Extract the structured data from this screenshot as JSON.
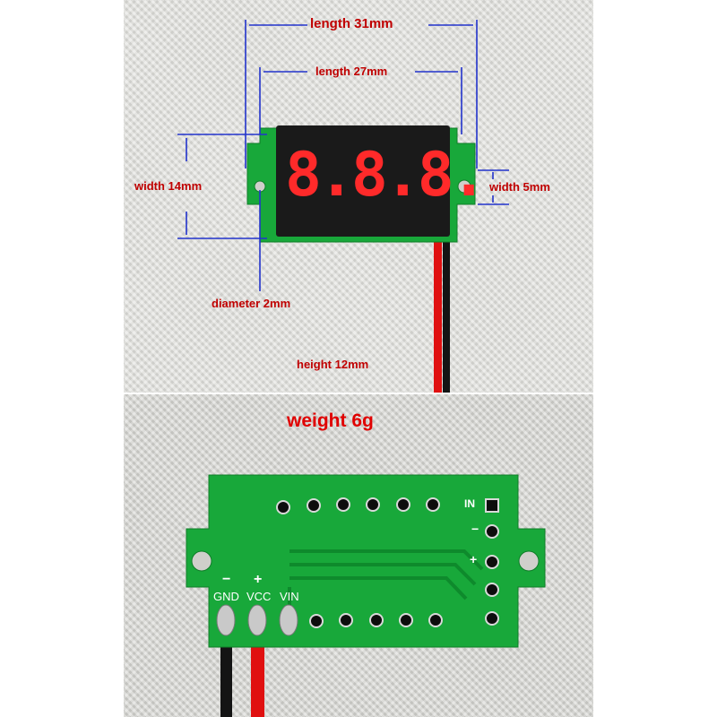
{
  "dimensions": {
    "length_outer": "length 31mm",
    "length_inner": "length 27mm",
    "width_board": "width 14mm",
    "width_tab": "width 5mm",
    "diameter": "diameter 2mm",
    "height": "height 12mm"
  },
  "display": {
    "digits": "8.8.8."
  },
  "weight_label": "weight  6g",
  "pcb_labels": {
    "gnd": "GND",
    "vcc": "VCC",
    "vin": "VIN",
    "minus": "−",
    "plus": "+",
    "in": "IN",
    "side_minus": "−",
    "side_plus": "+"
  },
  "colors": {
    "pcb_green": "#18a83a",
    "dimension_line": "#2233cc",
    "label_red": "#c00000",
    "led_red": "#ff2a2a",
    "wire_red": "#e01010",
    "wire_black": "#111111"
  }
}
